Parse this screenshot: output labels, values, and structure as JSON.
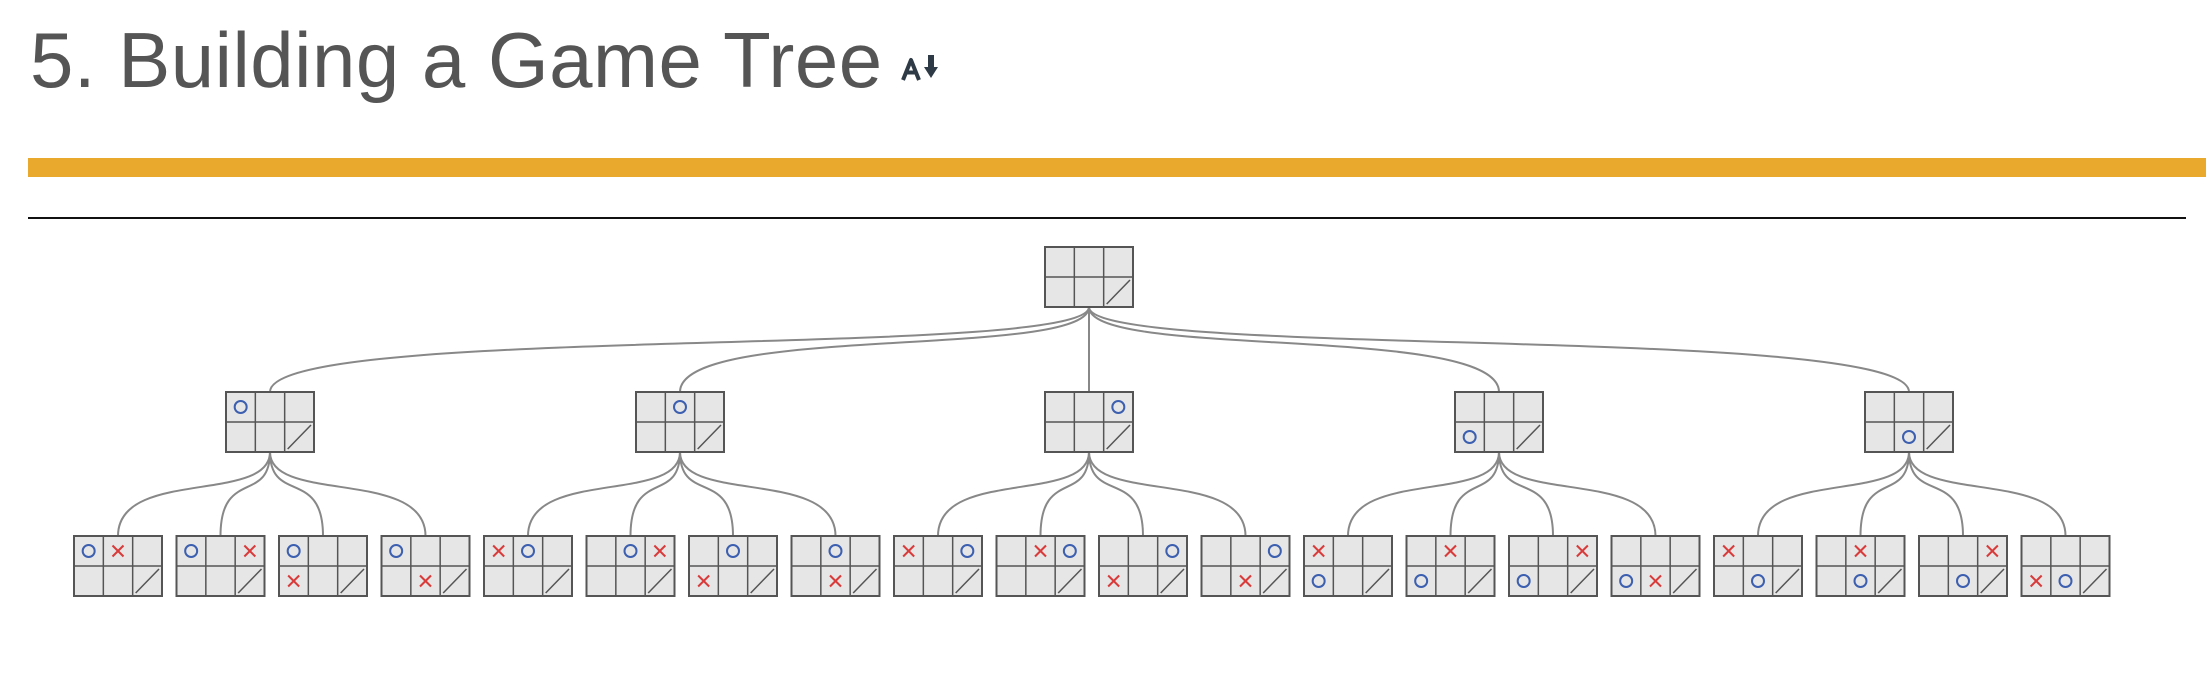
{
  "header": {
    "title": "5. Building a Game Tree",
    "anchor_icon": "anchor-down-icon"
  },
  "colors": {
    "title": "#555555",
    "accent_bar": "#E8A92D",
    "divider": "#111111",
    "edge": "#888888",
    "board_fill": "#E6E6E6",
    "board_line": "#555555",
    "o_mark": "#3C5FB0",
    "x_mark": "#D93A3A"
  },
  "diagram": {
    "root": [
      "",
      "",
      "",
      "",
      "",
      ""
    ],
    "levels": [
      [
        [
          "O",
          "",
          "",
          "",
          "",
          ""
        ],
        [
          "",
          "O",
          "",
          "",
          "",
          ""
        ],
        [
          "",
          "",
          "O",
          "",
          "",
          ""
        ],
        [
          "",
          "",
          "",
          "O",
          "",
          ""
        ],
        [
          "",
          "",
          "",
          "",
          "O",
          ""
        ]
      ],
      [
        [
          "O",
          "X",
          "",
          "",
          "",
          ""
        ],
        [
          "O",
          "",
          "X",
          "",
          "",
          ""
        ],
        [
          "O",
          "",
          "",
          "X",
          "",
          ""
        ],
        [
          "O",
          "",
          "",
          "",
          "X",
          ""
        ],
        [
          "X",
          "O",
          "",
          "",
          "",
          ""
        ],
        [
          "",
          "O",
          "X",
          "",
          "",
          ""
        ],
        [
          "",
          "O",
          "",
          "X",
          "",
          ""
        ],
        [
          "",
          "O",
          "",
          "",
          "X",
          ""
        ],
        [
          "X",
          "",
          "O",
          "",
          "",
          ""
        ],
        [
          "",
          "X",
          "O",
          "",
          "",
          ""
        ],
        [
          "",
          "",
          "O",
          "X",
          "",
          ""
        ],
        [
          "",
          "",
          "O",
          "",
          "X",
          ""
        ],
        [
          "X",
          "",
          "",
          "O",
          "",
          ""
        ],
        [
          "",
          "X",
          "",
          "O",
          "",
          ""
        ],
        [
          "",
          "",
          "X",
          "O",
          "",
          ""
        ],
        [
          "",
          "",
          "",
          "O",
          "X",
          ""
        ],
        [
          "X",
          "",
          "",
          "",
          "O",
          ""
        ],
        [
          "",
          "X",
          "",
          "",
          "O",
          ""
        ],
        [
          "",
          "",
          "X",
          "",
          "O",
          ""
        ],
        [
          "",
          "",
          "",
          "X",
          "O",
          ""
        ]
      ]
    ]
  }
}
